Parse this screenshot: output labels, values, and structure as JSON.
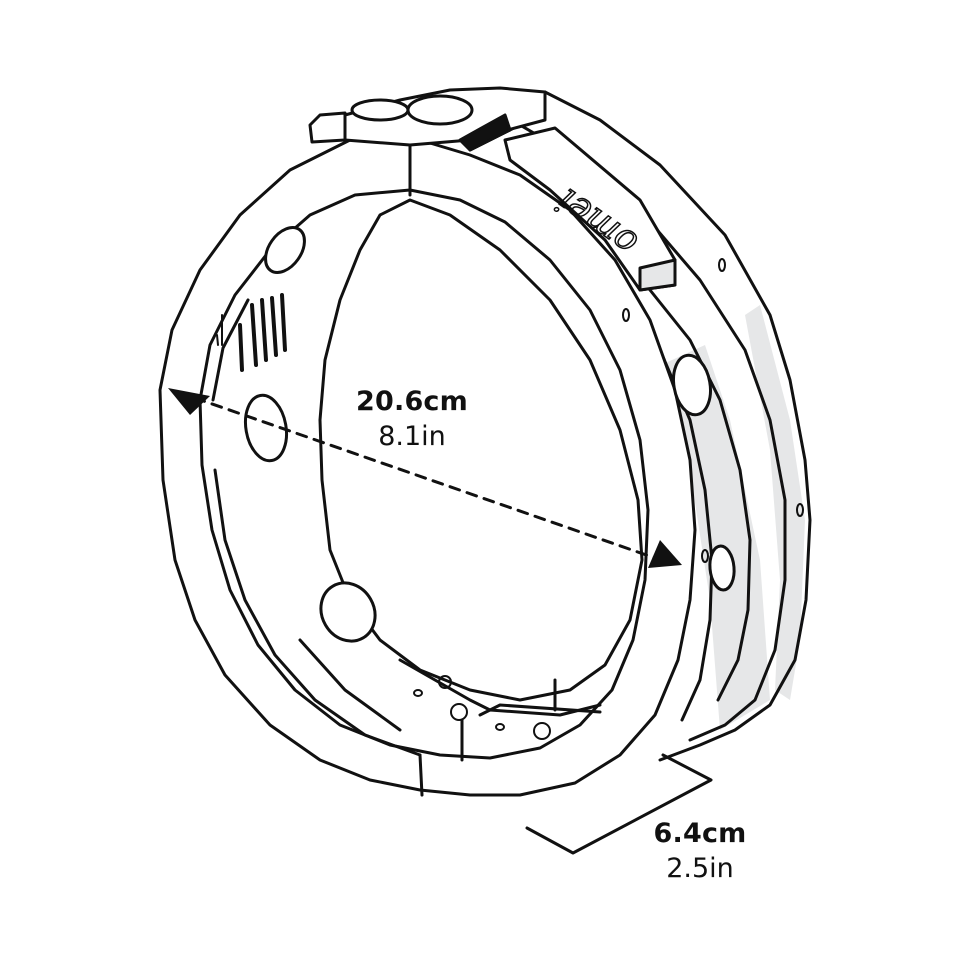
{
  "figure": {
    "type": "product-dimension-diagram",
    "subject": "round extension ring",
    "style": "black line art on white with light grey shading",
    "colors": {
      "background": "#ffffff",
      "line": "#111111",
      "shade": "#e6e7e8"
    },
    "brand_emboss": "omei",
    "label_strip_text": "illegible printed specs"
  },
  "dimensions": {
    "diameter": {
      "name": "inner diameter",
      "metric": "20.6cm",
      "imperial": "8.1in",
      "line_style": "dashed",
      "arrowheads": "both ends, solid triangles"
    },
    "depth": {
      "name": "depth",
      "metric": "6.4cm",
      "imperial": "2.5in",
      "line_style": "solid bracket"
    }
  }
}
